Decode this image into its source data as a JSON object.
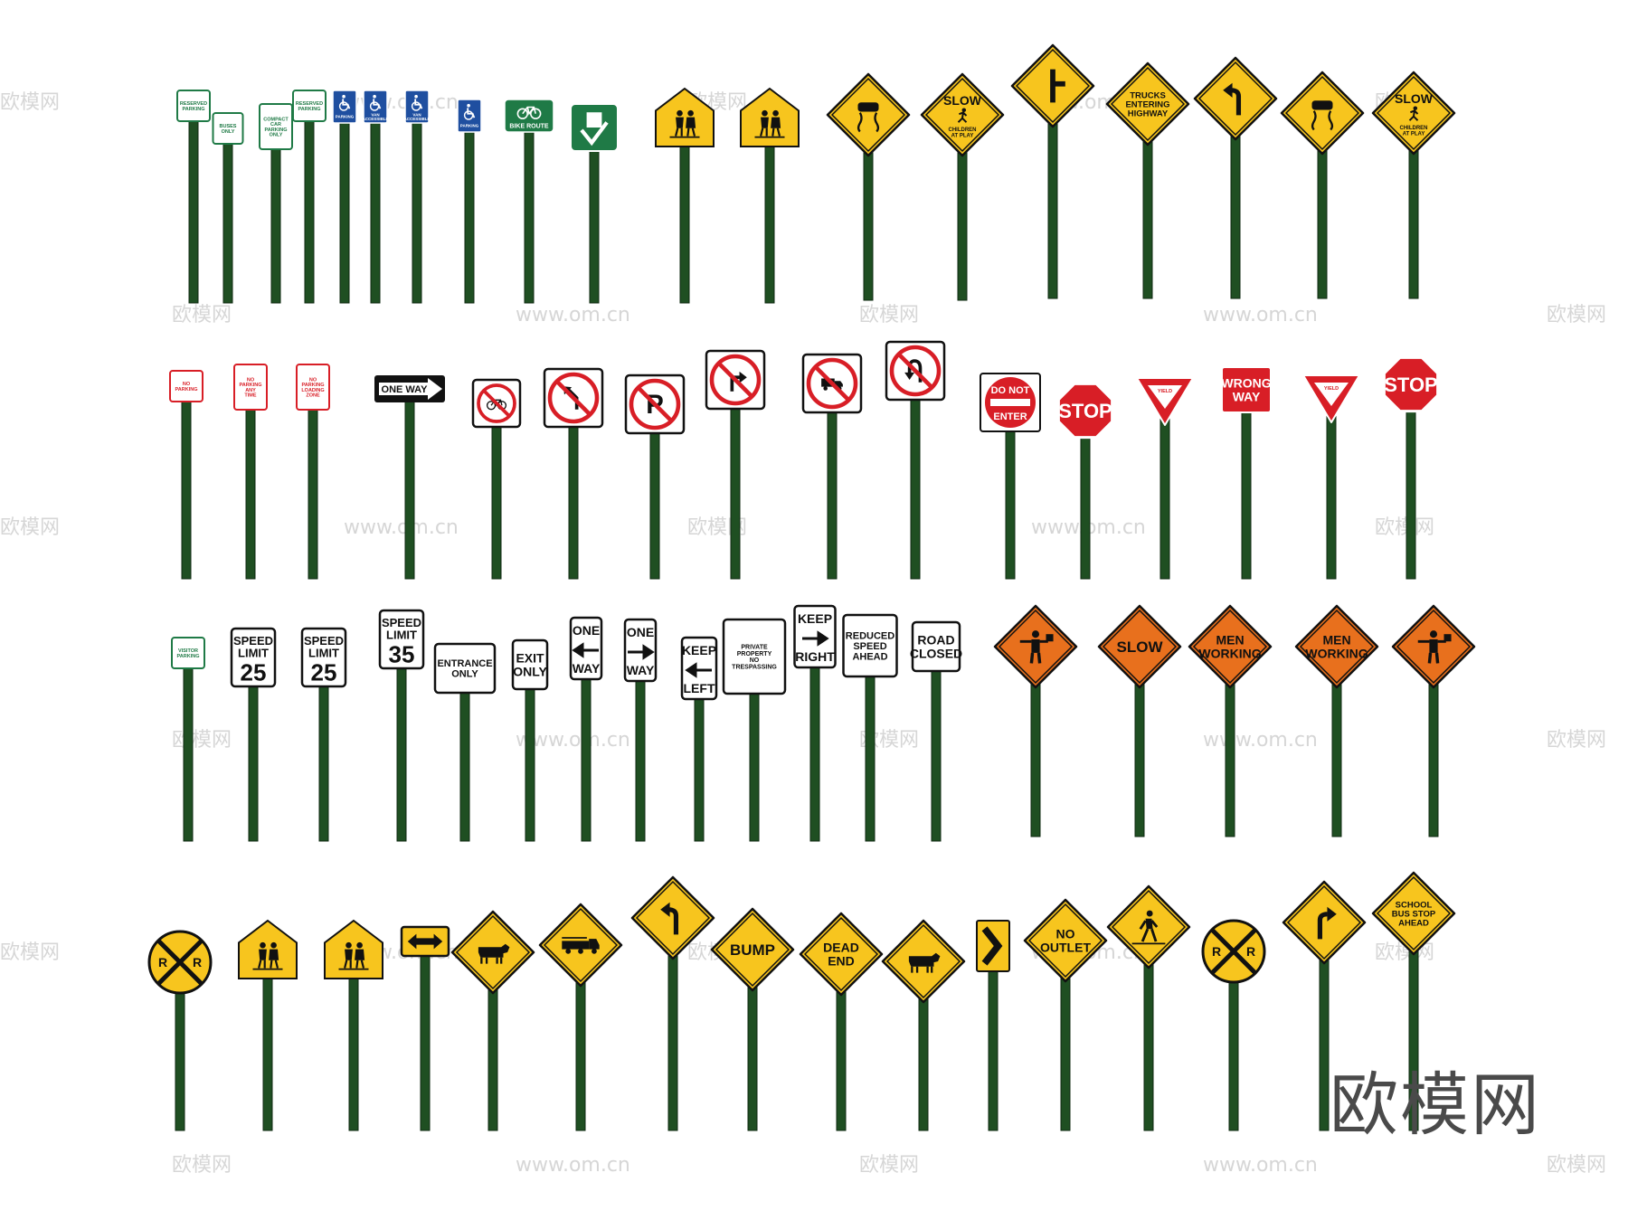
{
  "watermark": {
    "site": "www.om.cn",
    "fragment": "om.cn",
    "mark": "欧模网"
  },
  "brand_logo": "欧模网",
  "colors": {
    "pole": "#1f4f22",
    "pole_dark": "#0f2a12",
    "yellow": "#f7c51e",
    "orange": "#e8701d",
    "red": "#d81e26",
    "green": "#1f7a46",
    "blue": "#1f4fa0",
    "black": "#111111",
    "white": "#ffffff"
  },
  "signs": [
    {
      "row": 1,
      "kind": "text-rect",
      "border": "#1f7a46",
      "color": "#1f7a46",
      "lines": [
        "RESERVED",
        "PARKING"
      ]
    },
    {
      "row": 1,
      "kind": "text-rect",
      "border": "#1f7a46",
      "color": "#1f7a46",
      "lines": [
        "BUSES",
        "ONLY"
      ]
    },
    {
      "row": 1,
      "kind": "text-rect",
      "border": "#1f7a46",
      "color": "#1f7a46",
      "lines": [
        "COMPACT",
        "CAR",
        "PARKING",
        "ONLY"
      ]
    },
    {
      "row": 1,
      "kind": "text-rect",
      "border": "#1f7a46",
      "color": "#1f7a46",
      "lines": [
        "RESERVED",
        "PARKING"
      ],
      "icon": "wheelchair-icon"
    },
    {
      "row": 1,
      "kind": "blue-rect",
      "icon": "wheelchair-icon",
      "lines": [
        "PARKING"
      ]
    },
    {
      "row": 1,
      "kind": "blue-rect",
      "icon": "wheelchair-icon",
      "lines": [
        "VAN",
        "ACCESSIBLE"
      ]
    },
    {
      "row": 1,
      "kind": "blue-rect",
      "icon": "wheelchair-icon",
      "lines": [
        "VAN",
        "ACCESSIBLE"
      ]
    },
    {
      "row": 1,
      "kind": "blue-rect",
      "icon": "wheelchair-icon",
      "lines": [
        "PARKING"
      ]
    },
    {
      "row": 1,
      "kind": "green-rect",
      "icon": "bicycle-icon",
      "lines": [
        "BIKE ROUTE"
      ]
    },
    {
      "row": 1,
      "kind": "green-square",
      "icon": "information-icon",
      "lines": []
    },
    {
      "row": 1,
      "kind": "pentagon",
      "icon": "school-children-icon",
      "lines": []
    },
    {
      "row": 1,
      "kind": "pentagon",
      "icon": "school-children-icon",
      "lines": []
    },
    {
      "row": 1,
      "kind": "diamond",
      "icon": "slippery-road-icon",
      "lines": []
    },
    {
      "row": 1,
      "kind": "diamond",
      "icon": "child-running-icon",
      "lines": [
        "SLOW",
        "CHILDREN",
        "AT PLAY"
      ]
    },
    {
      "row": 1,
      "kind": "diamond",
      "icon": "side-road-icon",
      "lines": []
    },
    {
      "row": 1,
      "kind": "diamond",
      "lines": [
        "TRUCKS",
        "ENTERING",
        "HIGHWAY"
      ]
    },
    {
      "row": 1,
      "kind": "diamond",
      "icon": "curve-left-arrow-icon",
      "lines": []
    },
    {
      "row": 1,
      "kind": "diamond",
      "icon": "slippery-road-icon",
      "lines": []
    },
    {
      "row": 1,
      "kind": "diamond",
      "icon": "child-running-icon",
      "lines": [
        "SLOW",
        "CHILDREN",
        "AT PLAY"
      ]
    },
    {
      "row": 2,
      "kind": "text-rect",
      "border": "#d81e26",
      "color": "#d81e26",
      "lines": [
        "NO",
        "PARKING"
      ]
    },
    {
      "row": 2,
      "kind": "text-rect",
      "border": "#d81e26",
      "color": "#d81e26",
      "lines": [
        "NO",
        "PARKING",
        "ANY",
        "TIME"
      ],
      "arrow": true
    },
    {
      "row": 2,
      "kind": "text-rect",
      "border": "#d81e26",
      "color": "#d81e26",
      "lines": [
        "NO",
        "PARKING",
        "LOADING",
        "ZONE"
      ]
    },
    {
      "row": 2,
      "kind": "one-way",
      "lines": [
        "ONE WAY"
      ]
    },
    {
      "row": 2,
      "kind": "prohibit",
      "icon": "bicycle-icon",
      "lines": []
    },
    {
      "row": 2,
      "kind": "prohibit",
      "icon": "left-turn-arrow-icon",
      "lines": []
    },
    {
      "row": 2,
      "kind": "prohibit",
      "icon": "parking-p-icon",
      "lines": []
    },
    {
      "row": 2,
      "kind": "prohibit",
      "icon": "right-turn-arrow-icon",
      "lines": []
    },
    {
      "row": 2,
      "kind": "prohibit",
      "icon": "truck-icon",
      "lines": []
    },
    {
      "row": 2,
      "kind": "prohibit",
      "icon": "u-turn-icon",
      "lines": []
    },
    {
      "row": 2,
      "kind": "do-not-enter",
      "lines": [
        "DO NOT",
        "ENTER"
      ]
    },
    {
      "row": 2,
      "kind": "octagon",
      "lines": [
        "STOP"
      ]
    },
    {
      "row": 2,
      "kind": "yield",
      "lines": [
        "YIELD"
      ]
    },
    {
      "row": 2,
      "kind": "red-rect",
      "lines": [
        "WRONG",
        "WAY"
      ]
    },
    {
      "row": 2,
      "kind": "yield",
      "lines": [
        "YIELD"
      ]
    },
    {
      "row": 2,
      "kind": "octagon",
      "lines": [
        "STOP"
      ]
    },
    {
      "row": 3,
      "kind": "text-rect",
      "border": "#1f7a46",
      "color": "#1f7a46",
      "lines": [
        "VISITOR",
        "PARKING"
      ]
    },
    {
      "row": 3,
      "kind": "speed",
      "lines": [
        "SPEED",
        "LIMIT",
        "25"
      ]
    },
    {
      "row": 3,
      "kind": "speed",
      "lines": [
        "SPEED",
        "LIMIT",
        "25"
      ]
    },
    {
      "row": 3,
      "kind": "speed",
      "lines": [
        "SPEED",
        "LIMIT",
        "35"
      ]
    },
    {
      "row": 3,
      "kind": "bw-rect",
      "lines": [
        "ENTRANCE",
        "ONLY"
      ]
    },
    {
      "row": 3,
      "kind": "bw-rect",
      "lines": [
        "EXIT",
        "ONLY"
      ]
    },
    {
      "row": 3,
      "kind": "bw-rect",
      "lines": [
        "ONE",
        "WAY"
      ],
      "arrow": "left"
    },
    {
      "row": 3,
      "kind": "bw-rect",
      "lines": [
        "ONE",
        "WAY"
      ],
      "arrow": "right"
    },
    {
      "row": 3,
      "kind": "bw-rect",
      "lines": [
        "KEEP",
        "LEFT"
      ],
      "arrow": "left"
    },
    {
      "row": 3,
      "kind": "bw-rect",
      "lines": [
        "PRIVATE",
        "PROPERTY",
        "NO",
        "TRESPASSING"
      ]
    },
    {
      "row": 3,
      "kind": "bw-rect",
      "lines": [
        "KEEP",
        "RIGHT"
      ],
      "arrow": "right"
    },
    {
      "row": 3,
      "kind": "bw-rect",
      "lines": [
        "REDUCED",
        "SPEED",
        "AHEAD"
      ]
    },
    {
      "row": 3,
      "kind": "bw-rect",
      "lines": [
        "ROAD",
        "CLOSED"
      ]
    },
    {
      "row": 3,
      "kind": "diamond-orange",
      "icon": "flagger-icon",
      "lines": []
    },
    {
      "row": 3,
      "kind": "diamond-orange",
      "lines": [
        "SLOW"
      ]
    },
    {
      "row": 3,
      "kind": "diamond-orange",
      "lines": [
        "MEN",
        "WORKING"
      ]
    },
    {
      "row": 3,
      "kind": "diamond-orange",
      "lines": [
        "MEN",
        "WORKING"
      ]
    },
    {
      "row": 3,
      "kind": "diamond-orange",
      "icon": "flagger-icon",
      "lines": []
    },
    {
      "row": 4,
      "kind": "railroad",
      "lines": [
        "R",
        "R"
      ]
    },
    {
      "row": 4,
      "kind": "pentagon",
      "icon": "school-children-icon",
      "lines": []
    },
    {
      "row": 4,
      "kind": "pentagon",
      "icon": "school-children-icon",
      "lines": []
    },
    {
      "row": 4,
      "kind": "yellow-rect",
      "icon": "double-arrow-icon",
      "lines": []
    },
    {
      "row": 4,
      "kind": "diamond",
      "icon": "cow-icon",
      "lines": []
    },
    {
      "row": 4,
      "kind": "diamond",
      "icon": "fire-truck-icon",
      "lines": []
    },
    {
      "row": 4,
      "kind": "diamond",
      "icon": "curve-left-arrow-icon",
      "lines": []
    },
    {
      "row": 4,
      "kind": "diamond",
      "lines": [
        "BUMP"
      ]
    },
    {
      "row": 4,
      "kind": "diamond",
      "lines": [
        "DEAD",
        "END"
      ]
    },
    {
      "row": 4,
      "kind": "diamond",
      "icon": "cow-icon",
      "lines": []
    },
    {
      "row": 4,
      "kind": "chevron",
      "icon": "chevron-right-icon",
      "lines": []
    },
    {
      "row": 4,
      "kind": "diamond",
      "lines": [
        "NO",
        "OUTLET"
      ]
    },
    {
      "row": 4,
      "kind": "diamond",
      "icon": "pedestrian-icon",
      "lines": []
    },
    {
      "row": 4,
      "kind": "railroad",
      "lines": [
        "R",
        "R"
      ]
    },
    {
      "row": 4,
      "kind": "diamond",
      "icon": "curve-right-arrow-icon",
      "lines": []
    },
    {
      "row": 4,
      "kind": "diamond",
      "lines": [
        "SCHOOL",
        "BUS STOP",
        "AHEAD"
      ]
    }
  ]
}
